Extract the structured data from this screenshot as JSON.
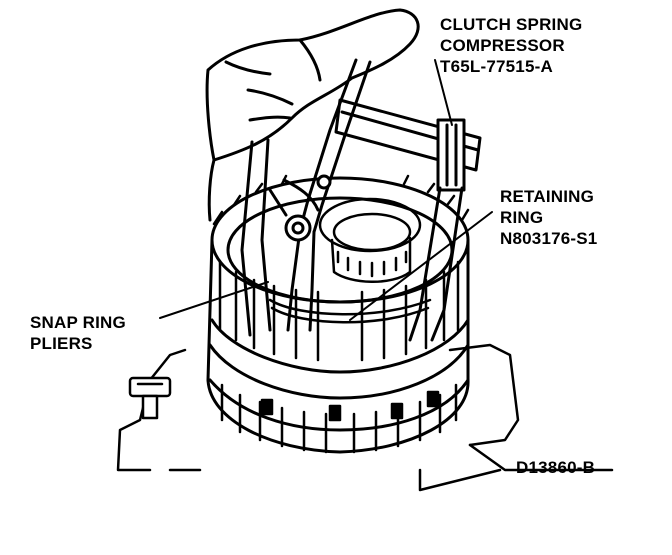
{
  "diagram": {
    "callouts": {
      "compressor": {
        "line1": "CLUTCH SPRING",
        "line2": "COMPRESSOR",
        "line3": "T65L-77515-A"
      },
      "retaining_ring": {
        "line1": "RETAINING",
        "line2": "RING",
        "line3": "N803176-S1"
      },
      "snap_ring_pliers": {
        "line1": "SNAP RING",
        "line2": "PLIERS"
      }
    },
    "figure_id": "D13860-B"
  },
  "colors": {
    "ink": "#000000",
    "paper": "#ffffff"
  }
}
